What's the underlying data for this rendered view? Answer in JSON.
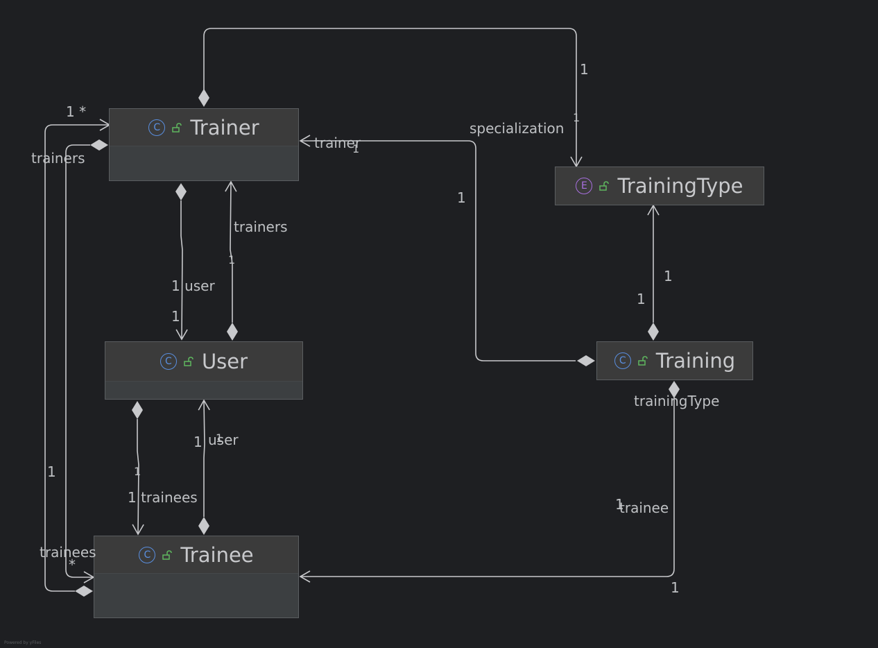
{
  "nodes": {
    "trainer": {
      "name": "Trainer",
      "kind": "C"
    },
    "user": {
      "name": "User",
      "kind": "C"
    },
    "trainee": {
      "name": "Trainee",
      "kind": "C"
    },
    "training_type": {
      "name": "TrainingType",
      "kind": "E"
    },
    "training": {
      "name": "Training",
      "kind": "C"
    }
  },
  "labels": {
    "mult_1_star_top": "1 *",
    "trainers_left": "trainers",
    "trainer_near": "trainer",
    "trainer_near_one": "1",
    "specialization": "specialization",
    "specialization_one_a": "1",
    "specialization_one_b": "1",
    "one_mid_right": "1",
    "trainers_mid": "trainers",
    "one_trainers_mid": "1",
    "one_user_upper": "1 user",
    "one_user_upper_b": "1",
    "tt_one_a": "1",
    "tt_one_b": "1",
    "training_type_label": "trainingType",
    "one_user_lower": "1",
    "user_lower": "user",
    "user_lower_one": "1",
    "one_left_outer": "1",
    "one_trainees_mid": "1",
    "one_trainees": "1 trainees",
    "trainees_left": "trainees",
    "star_left": "*",
    "trainee_right_one": "1",
    "trainee_right": "trainee",
    "bottom_one": "1"
  },
  "footer": "Powered by yFiles",
  "colors": {
    "background": "#1e1f22",
    "edge": "#c8c9cc",
    "class_icon": "#5a8fe0",
    "enum_icon": "#a970e0",
    "lock_icon": "#5fb85f"
  }
}
